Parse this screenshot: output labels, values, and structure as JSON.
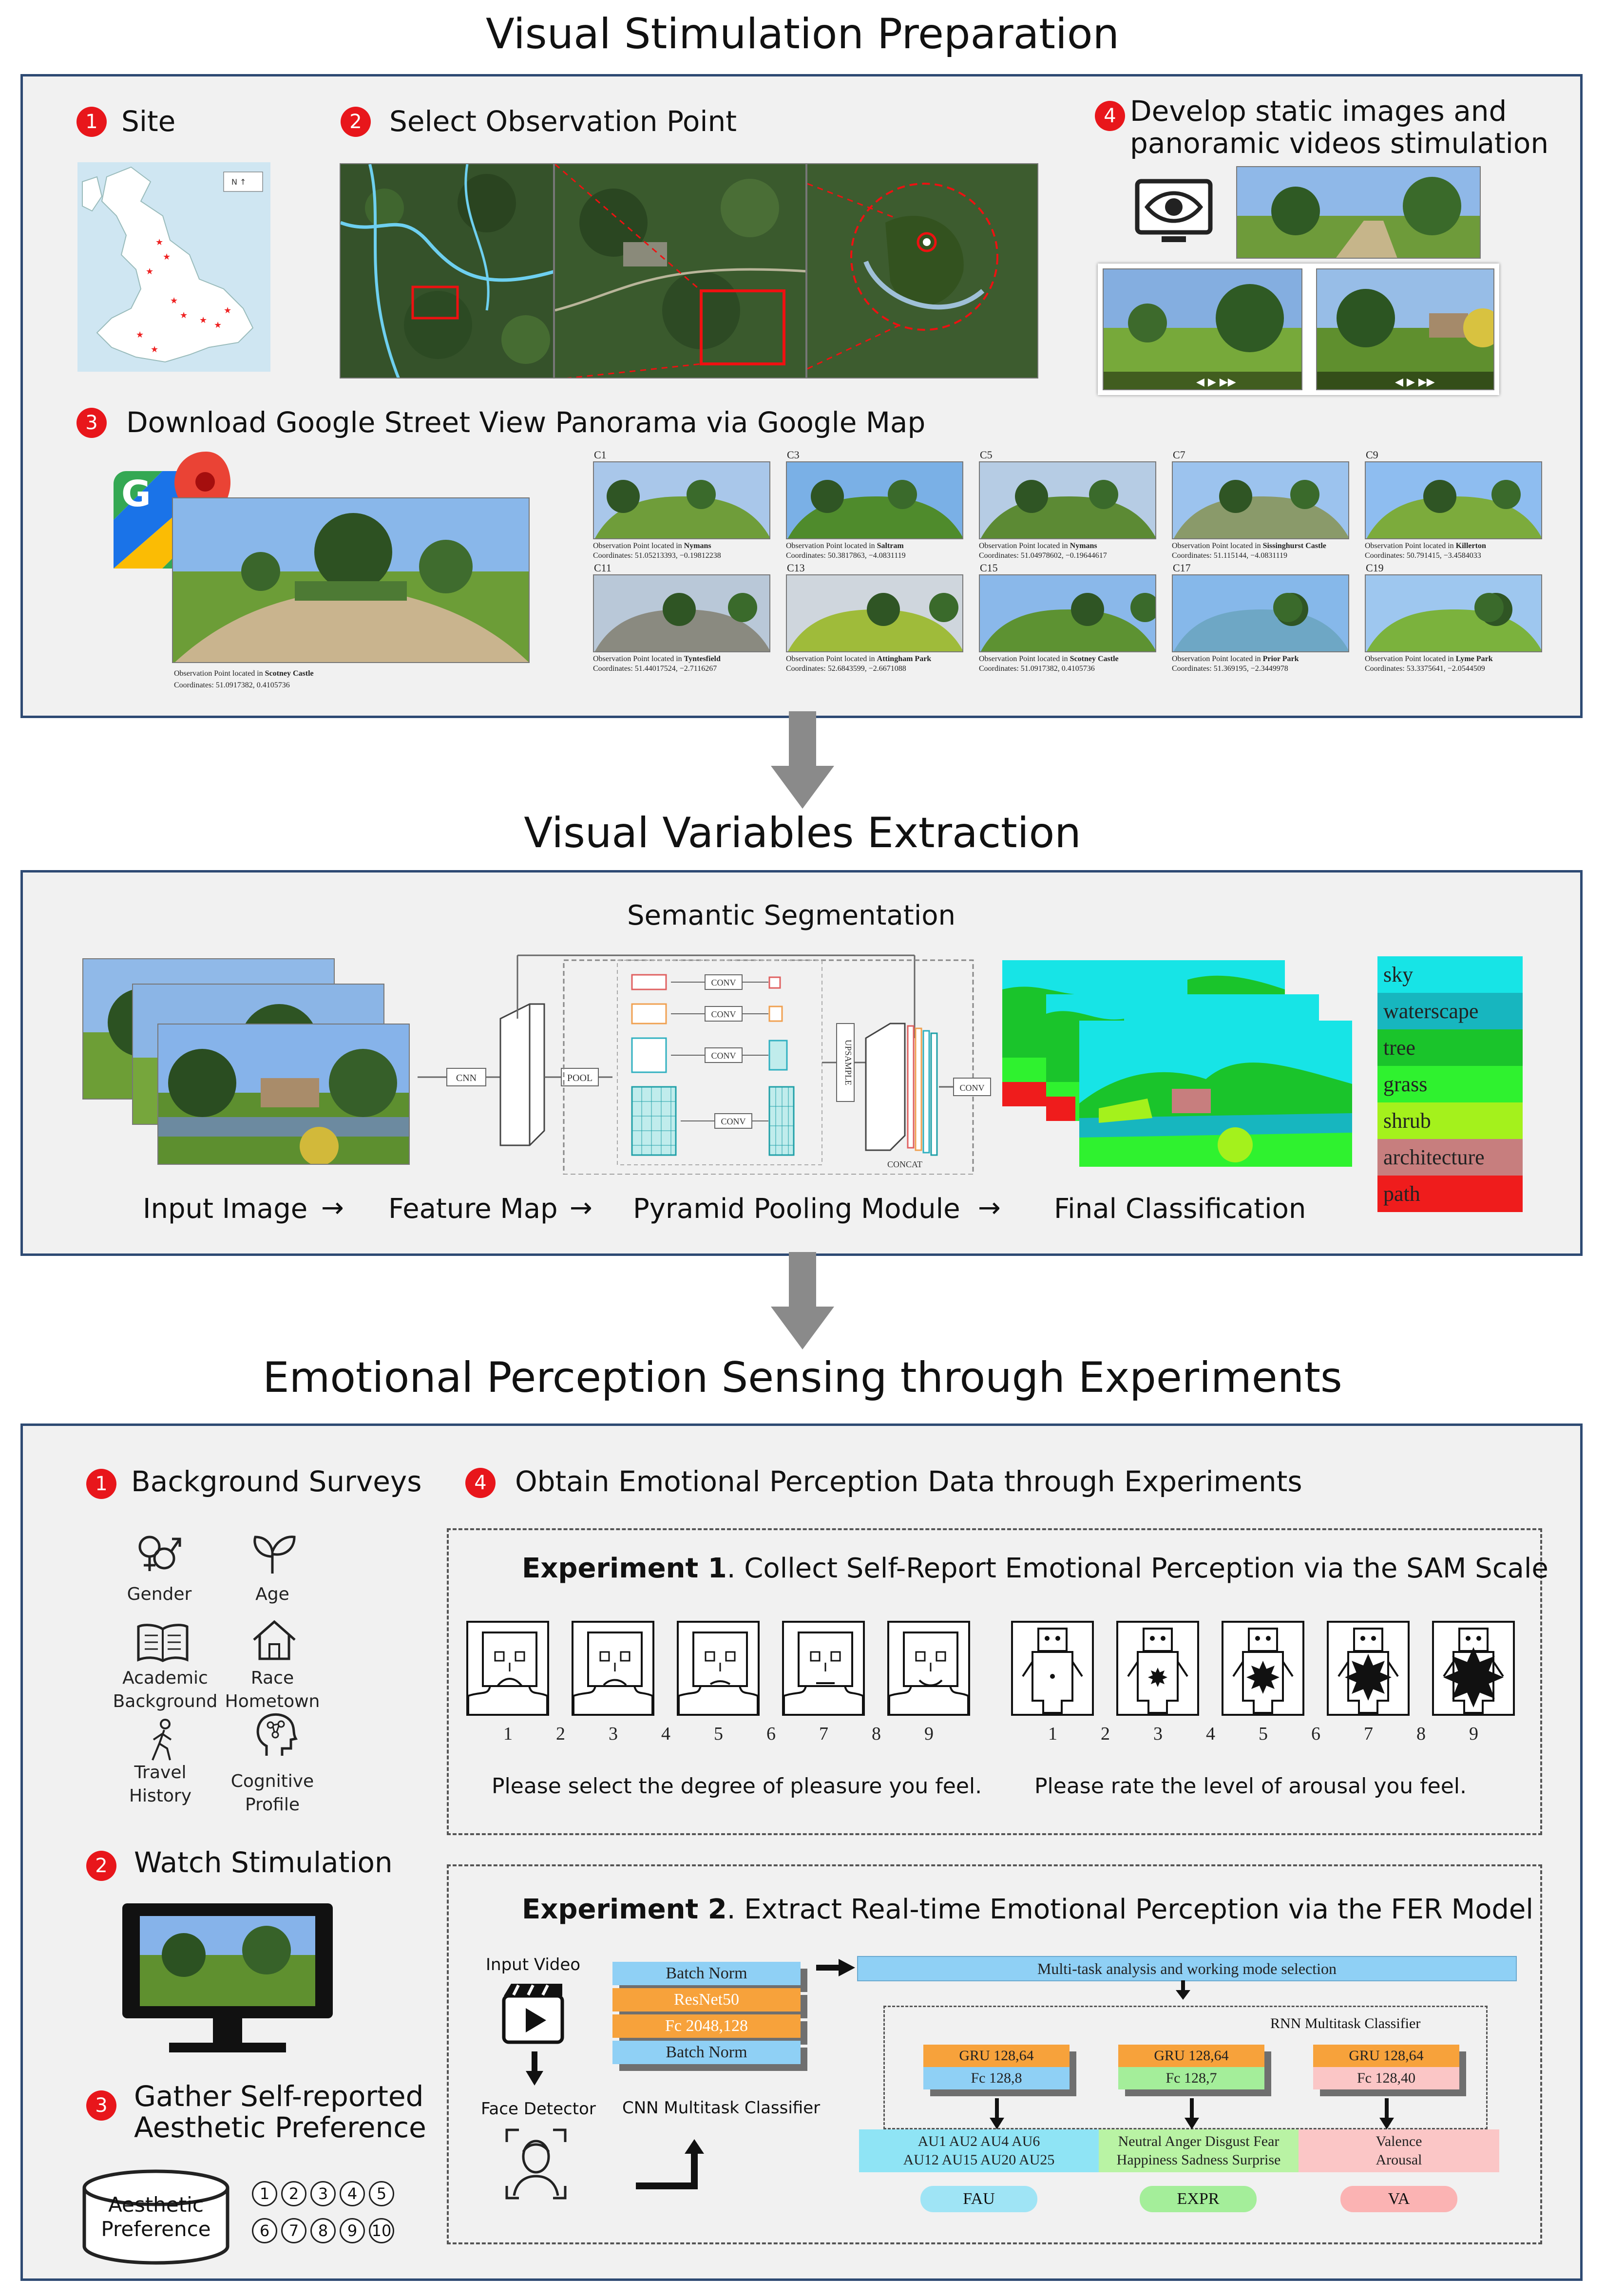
{
  "sections": {
    "prep_title": "Visual Stimulation Preparation",
    "extract_title": "Visual Variables Extraction",
    "emotion_title": "Emotional Perception Sensing through Experiments"
  },
  "prep": {
    "step1": {
      "num": "1",
      "label": "Site"
    },
    "step2": {
      "num": "2",
      "label": "Select Observation Point"
    },
    "step3": {
      "num": "3",
      "label": "Download Google Street View Panorama via Google Map"
    },
    "step4": {
      "num": "4",
      "label_line1": "Develop static images and",
      "label_line2": "panoramic videos stimulation"
    },
    "pano_caption_line1_prefix": "Observation Point located in ",
    "pano_caption_line1_bold": "Scotney Castle",
    "pano_caption_line2": "Coordinates: 51.0917382, 0.4105736",
    "thumbs": [
      {
        "id": "C1",
        "site": "Nymans",
        "coords": "Coordinates: 51.05213393, −0.19812238"
      },
      {
        "id": "C3",
        "site": "Saltram",
        "coords": "Coordinates: 50.3817863, −4.0831119"
      },
      {
        "id": "C5",
        "site": "Nymans",
        "coords": "Coordinates: 51.04978602, −0.19644617"
      },
      {
        "id": "C7",
        "site": "Sissinghurst Castle",
        "coords": "Coordinates: 51.115144, −4.0831119"
      },
      {
        "id": "C9",
        "site": "Killerton",
        "coords": "Coordinates: 50.791415, −3.4584033"
      },
      {
        "id": "C11",
        "site": "Tyntesfield",
        "coords": "Coordinates: 51.44017524, −2.7116267"
      },
      {
        "id": "C13",
        "site": "Attingham Park",
        "coords": "Coordinates: 52.6843599, −2.6671088"
      },
      {
        "id": "C15",
        "site": "Scotney Castle",
        "coords": "Coordinates: 51.0917382, 0.4105736"
      },
      {
        "id": "C17",
        "site": "Prior Park",
        "coords": "Coordinates: 51.369195, −2.3449978"
      },
      {
        "id": "C19",
        "site": "Lyme Park",
        "coords": "Coordinates: 53.3375641, −2.0544509"
      }
    ],
    "thumb_caption_prefix": "Observation Point located in "
  },
  "extract": {
    "seg_title": "Semantic Segmentation",
    "cnn": "CNN",
    "pool": "POOL",
    "conv": "CONV",
    "upsample": "UPSAMPLE",
    "concat": "CONCAT",
    "pipeline": [
      "Input Image",
      "Feature Map",
      "Pyramid Pooling Module",
      "Final Classification"
    ],
    "arrow": "→",
    "legend": [
      {
        "label": "sky",
        "color": "#17e4e6"
      },
      {
        "label": "waterscape",
        "color": "#17b6bf"
      },
      {
        "label": "tree",
        "color": "#1ac42b"
      },
      {
        "label": "grass",
        "color": "#2ff22f"
      },
      {
        "label": "shrub",
        "color": "#a4f11c"
      },
      {
        "label": "architecture",
        "color": "#c77e7e"
      },
      {
        "label": "path",
        "color": "#ef1c1c"
      }
    ]
  },
  "emotion": {
    "step1": {
      "num": "1",
      "label": "Background Surveys"
    },
    "step2": {
      "num": "2",
      "label": "Watch Stimulation"
    },
    "step3": {
      "num": "3",
      "label_line1": "Gather Self-reported",
      "label_line2": "Aesthetic Preference"
    },
    "step4": {
      "num": "4",
      "label": "Obtain Emotional Perception Data through Experiments"
    },
    "survey_items": [
      {
        "label": "Gender",
        "icon": "gender-icon"
      },
      {
        "label": "Age",
        "icon": "sprout-icon"
      },
      {
        "label": "Academic Background",
        "icon": "book-icon"
      },
      {
        "label": "Race Hometown",
        "icon": "house-icon"
      },
      {
        "label": "Travel History",
        "icon": "walker-icon"
      },
      {
        "label": "Cognitive Profile",
        "icon": "head-network-icon"
      }
    ],
    "survey_labels": {
      "gender": "Gender",
      "age": "Age",
      "academic1": "Academic",
      "academic2": "Background",
      "race1": "Race",
      "race2": "Hometown",
      "travel1": "Travel",
      "travel2": "History",
      "cognitive1": "Cognitive",
      "cognitive2": "Profile"
    },
    "aesthetic1": "Aesthetic",
    "aesthetic2": "Preference",
    "rating_circles": [
      "①",
      "②",
      "③",
      "④",
      "⑤",
      "⑥",
      "⑦",
      "⑧",
      "⑨",
      "⑩"
    ],
    "exp1": {
      "bold": "Experiment 1",
      "rest": ". Collect Self-Report Emotional Perception via the SAM Scale",
      "scale": [
        "1",
        "2",
        "3",
        "4",
        "5",
        "6",
        "7",
        "8",
        "9"
      ],
      "pleasure_prompt": "Please select the degree of pleasure you feel.",
      "arousal_prompt": "Please rate the level of arousal you feel."
    },
    "exp2": {
      "bold": "Experiment 2",
      "rest": ". Extract Real-time Emotional Perception via the FER Model",
      "input_video": "Input Video",
      "face_detector": "Face Detector",
      "cnn_stack": [
        "Batch Norm",
        "ResNet50",
        "Fc 2048,128",
        "Batch Norm"
      ],
      "cnn_label": "CNN Multitask Classifier",
      "multitask": "Multi-task analysis and working mode selection",
      "rnn_label": "RNN Multitask Classifier",
      "gru": [
        {
          "top": "GRU 128,64",
          "bottom": "Fc 128,8"
        },
        {
          "top": "GRU 128,64",
          "bottom": "Fc 128,7"
        },
        {
          "top": "GRU 128,64",
          "bottom": "Fc 128,40"
        }
      ],
      "fau_line1": "AU1 AU2 AU4 AU6",
      "fau_line2": "AU12 AU15 AU20 AU25",
      "expr_line1": "Neutral Anger Disgust Fear",
      "expr_line2": "Happiness Sadness Surprise",
      "va_line1": "Valence",
      "va_line2": "Arousal",
      "tags": [
        "FAU",
        "EXPR",
        "VA"
      ]
    }
  }
}
